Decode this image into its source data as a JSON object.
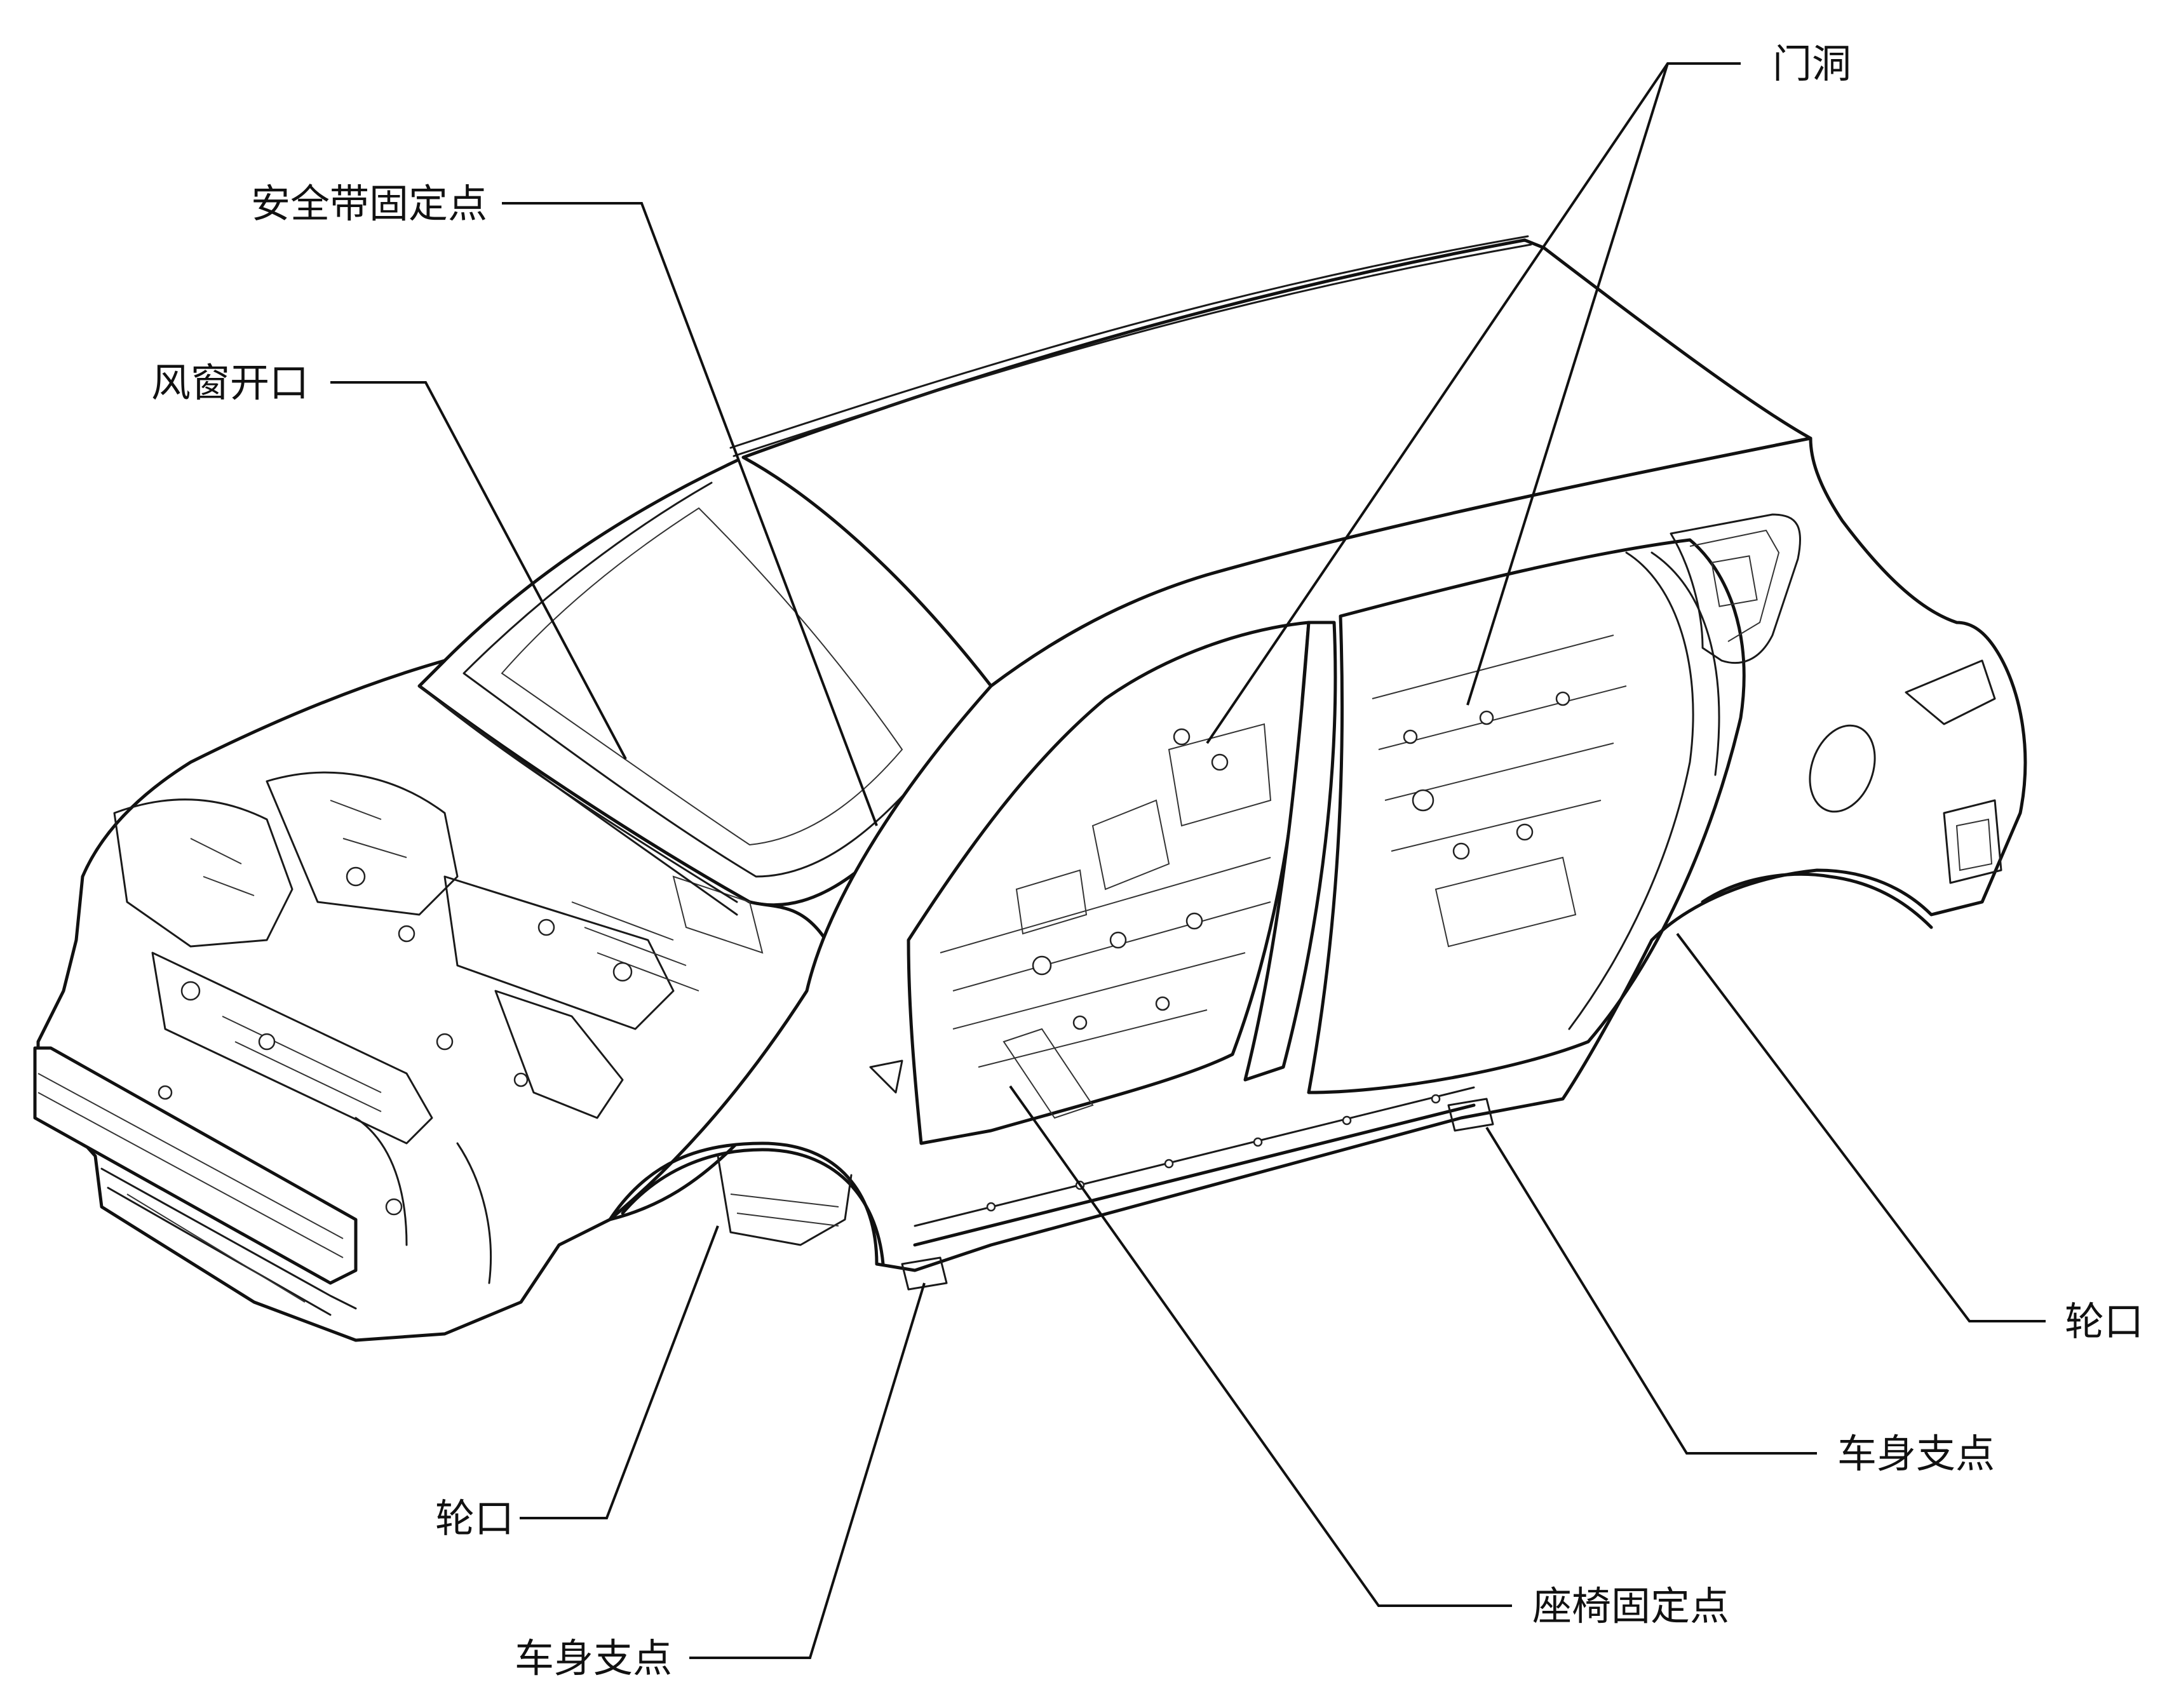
{
  "labels": {
    "door_opening": "门洞",
    "seatbelt_anchor": "安全带固定点",
    "windshield_opening": "风窗开口",
    "wheel_arch_rear": "轮口",
    "body_support_rear": "车身支点",
    "seat_anchor": "座椅固定点",
    "wheel_arch_front": "轮口",
    "body_support_front": "车身支点"
  }
}
